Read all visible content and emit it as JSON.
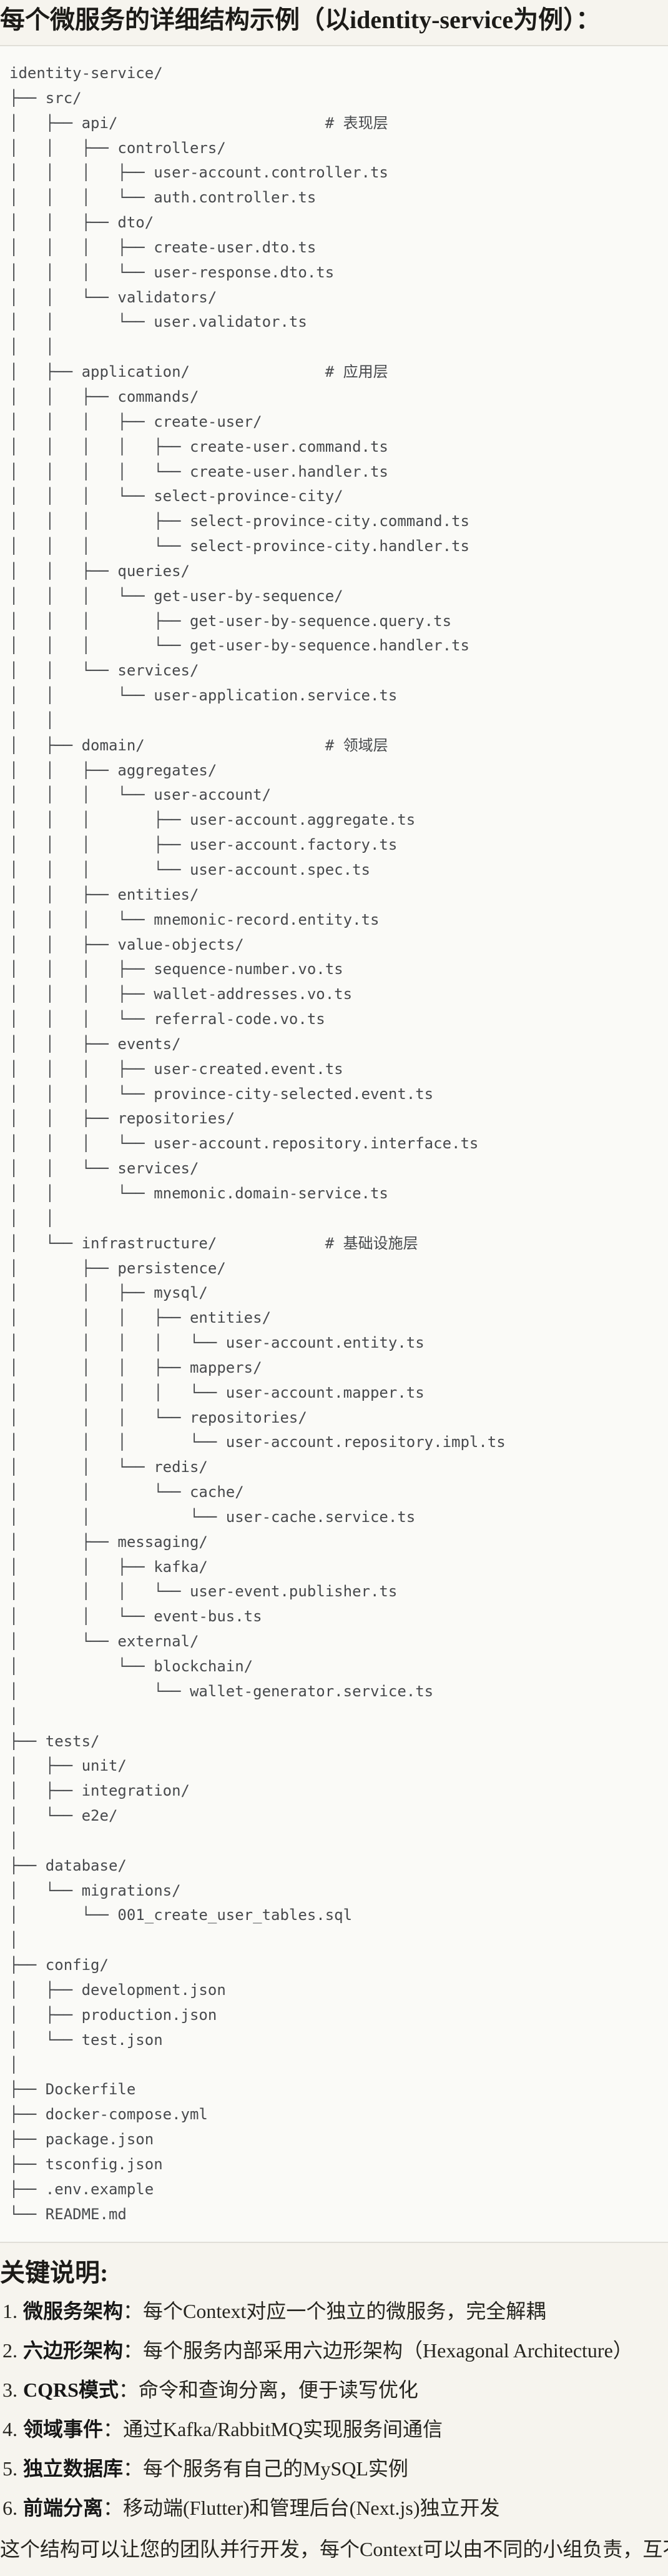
{
  "theme": {
    "page_bg": "#f6f4ee",
    "code_bg": "#fafaf7",
    "border_color": "#e1dfd8",
    "tree_color": "#47494c",
    "heading_color": "#1c1b18",
    "body_color": "#26251f"
  },
  "page": {
    "title": "每个微服务的详细结构示例（以identity-service为例）："
  },
  "tree": {
    "lines": [
      "identity-service/",
      "├── src/",
      "│   ├── api/                       # 表现层",
      "│   │   ├── controllers/",
      "│   │   │   ├── user-account.controller.ts",
      "│   │   │   └── auth.controller.ts",
      "│   │   ├── dto/",
      "│   │   │   ├── create-user.dto.ts",
      "│   │   │   └── user-response.dto.ts",
      "│   │   └── validators/",
      "│   │       └── user.validator.ts",
      "│   │",
      "│   ├── application/               # 应用层",
      "│   │   ├── commands/",
      "│   │   │   ├── create-user/",
      "│   │   │   │   ├── create-user.command.ts",
      "│   │   │   │   └── create-user.handler.ts",
      "│   │   │   └── select-province-city/",
      "│   │   │       ├── select-province-city.command.ts",
      "│   │   │       └── select-province-city.handler.ts",
      "│   │   ├── queries/",
      "│   │   │   └── get-user-by-sequence/",
      "│   │   │       ├── get-user-by-sequence.query.ts",
      "│   │   │       └── get-user-by-sequence.handler.ts",
      "│   │   └── services/",
      "│   │       └── user-application.service.ts",
      "│   │",
      "│   ├── domain/                    # 领域层",
      "│   │   ├── aggregates/",
      "│   │   │   └── user-account/",
      "│   │   │       ├── user-account.aggregate.ts",
      "│   │   │       ├── user-account.factory.ts",
      "│   │   │       └── user-account.spec.ts",
      "│   │   ├── entities/",
      "│   │   │   └── mnemonic-record.entity.ts",
      "│   │   ├── value-objects/",
      "│   │   │   ├── sequence-number.vo.ts",
      "│   │   │   ├── wallet-addresses.vo.ts",
      "│   │   │   └── referral-code.vo.ts",
      "│   │   ├── events/",
      "│   │   │   ├── user-created.event.ts",
      "│   │   │   └── province-city-selected.event.ts",
      "│   │   ├── repositories/",
      "│   │   │   └── user-account.repository.interface.ts",
      "│   │   └── services/",
      "│   │       └── mnemonic.domain-service.ts",
      "│   │",
      "│   └── infrastructure/            # 基础设施层",
      "│       ├── persistence/",
      "│       │   ├── mysql/",
      "│       │   │   ├── entities/",
      "│       │   │   │   └── user-account.entity.ts",
      "│       │   │   ├── mappers/",
      "│       │   │   │   └── user-account.mapper.ts",
      "│       │   │   └── repositories/",
      "│       │   │       └── user-account.repository.impl.ts",
      "│       │   └── redis/",
      "│       │       └── cache/",
      "│       │           └── user-cache.service.ts",
      "│       ├── messaging/",
      "│       │   ├── kafka/",
      "│       │   │   └── user-event.publisher.ts",
      "│       │   └── event-bus.ts",
      "│       └── external/",
      "│           └── blockchain/",
      "│               └── wallet-generator.service.ts",
      "│",
      "├── tests/",
      "│   ├── unit/",
      "│   ├── integration/",
      "│   └── e2e/",
      "│",
      "├── database/",
      "│   └── migrations/",
      "│       └── 001_create_user_tables.sql",
      "│",
      "├── config/",
      "│   ├── development.json",
      "│   ├── production.json",
      "│   └── test.json",
      "│",
      "├── Dockerfile",
      "├── docker-compose.yml",
      "├── package.json",
      "├── tsconfig.json",
      "├── .env.example",
      "└── README.md"
    ]
  },
  "notes": {
    "heading": "关键说明:",
    "items": [
      {
        "num": "1.",
        "label": "微服务架构",
        "text": "：每个Context对应一个独立的微服务，完全解耦"
      },
      {
        "num": "2.",
        "label": "六边形架构",
        "text": "：每个服务内部采用六边形架构（Hexagonal Architecture）"
      },
      {
        "num": "3.",
        "label": "CQRS模式",
        "text": "：命令和查询分离，便于读写优化"
      },
      {
        "num": "4.",
        "label": "领域事件",
        "text": "：通过Kafka/RabbitMQ实现服务间通信"
      },
      {
        "num": "5.",
        "label": "独立数据库",
        "text": "：每个服务有自己的MySQL实例"
      },
      {
        "num": "6.",
        "label": "前端分离",
        "text": "：移动端(Flutter)和管理后台(Next.js)独立开发"
      }
    ],
    "footer": "这个结构可以让您的团队并行开发，每个Context可以由不同的小组负责，互不干扰。"
  }
}
